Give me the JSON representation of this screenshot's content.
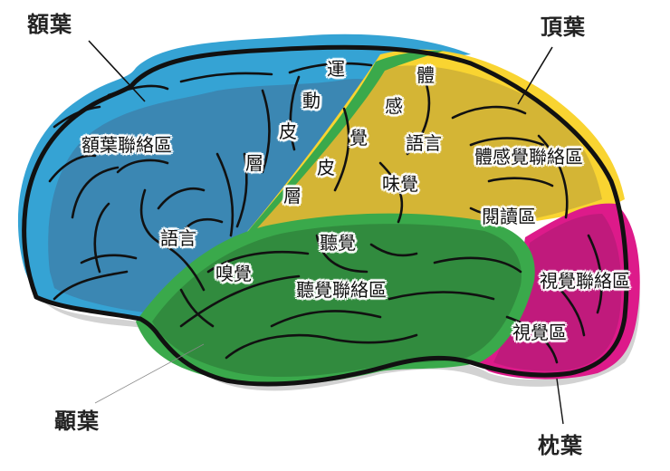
{
  "lobes": {
    "frontal": {
      "label": "額葉",
      "color_light": "#35a3d4",
      "color_dark": "#3b87b3"
    },
    "parietal": {
      "label": "頂葉",
      "color_light": "#f9d431",
      "color_dark": "#d4b535"
    },
    "temporal": {
      "label": "顳葉",
      "color_light": "#3aa94b",
      "color_dark": "#318b3e"
    },
    "occipital": {
      "label": "枕葉",
      "color_light": "#dd1a8a",
      "color_dark": "#c01a7c"
    }
  },
  "regions": {
    "motor_cortex": {
      "chars": [
        "運",
        "動",
        "皮",
        "層"
      ]
    },
    "somatosensory_cortex": {
      "chars": [
        "體",
        "感",
        "覺",
        "皮",
        "層"
      ]
    },
    "frontal_association": "額葉聯絡區",
    "language_frontal": "語言",
    "language_parietal": "語言",
    "taste": "味覺",
    "somatosensory_association": "體感覺聯絡區",
    "reading": "閱讀區",
    "auditory": "聽覺",
    "olfactory": "嗅覺",
    "auditory_association": "聽覺聯絡區",
    "visual_association": "視覺聯絡區",
    "visual": "視覺區"
  },
  "outline_color": "#111111",
  "shadow_color": "#cfcfcf"
}
